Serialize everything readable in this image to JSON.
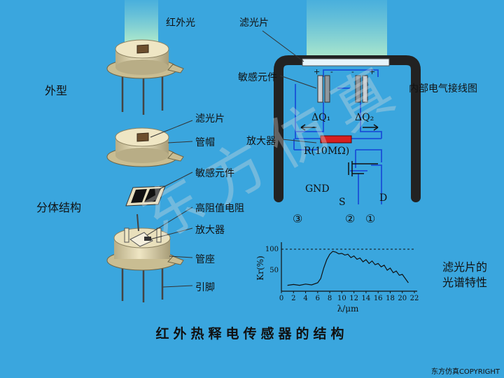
{
  "labels": {
    "ir_light": "红外光",
    "appearance": "外型",
    "split_structure": "分体结构",
    "filter_1": "滤光片",
    "cap": "管帽",
    "sensor_1": "敏感元件",
    "high_res": "高阻值电阻",
    "amp_1": "放大器",
    "base": "管座",
    "pins": "引脚",
    "filter_2": "滤光片",
    "sensor_2": "敏感元件",
    "internal_wiring": "内部电气接线图",
    "amp_2": "放大器",
    "resistor": "R(10MΩ)",
    "dq1": "ΔQ₁",
    "dq2": "ΔQ₂",
    "gnd": "GND",
    "s": "S",
    "d": "D",
    "pin3": "③",
    "pin2": "②",
    "pin1": "①",
    "spectrum_1": "滤光片的",
    "spectrum_2": "光谱特性"
  },
  "title": "红外热释电传感器的结构",
  "copyright": "东方仿真COPYRIGHT",
  "watermark": "东方仿真",
  "colors": {
    "background": "#3aa6de",
    "beam": "#9fe3d3",
    "metal": "#d9cfa6",
    "wire": "#1a4fd8",
    "resistor": "#d62020"
  },
  "chart_data": {
    "type": "line",
    "xlabel": "λ/μm",
    "ylabel": "Kr(%)",
    "xlim": [
      0,
      22
    ],
    "ylim": [
      0,
      100
    ],
    "xticks": [
      "0",
      "2",
      "4",
      "6",
      "8",
      "10",
      "12",
      "14",
      "16",
      "18",
      "20",
      "22"
    ],
    "yticks": [
      "100",
      "50"
    ],
    "reference_line": 100,
    "x": [
      1,
      2,
      3,
      4,
      5,
      6,
      6.5,
      7,
      7.5,
      8,
      8.5,
      9,
      9.5,
      10,
      10.5,
      11,
      11.5,
      12,
      12.5,
      13,
      13.5,
      14,
      14.5,
      15,
      15.5,
      16,
      16.5,
      17,
      17.5,
      18,
      18.5,
      19,
      19.5,
      20,
      20.5,
      21
    ],
    "y": [
      14,
      16,
      14,
      17,
      15,
      20,
      30,
      55,
      75,
      88,
      95,
      93,
      89,
      90,
      86,
      88,
      80,
      84,
      76,
      79,
      70,
      75,
      66,
      72,
      63,
      66,
      58,
      62,
      50,
      55,
      44,
      48,
      38,
      40,
      30,
      20
    ]
  }
}
